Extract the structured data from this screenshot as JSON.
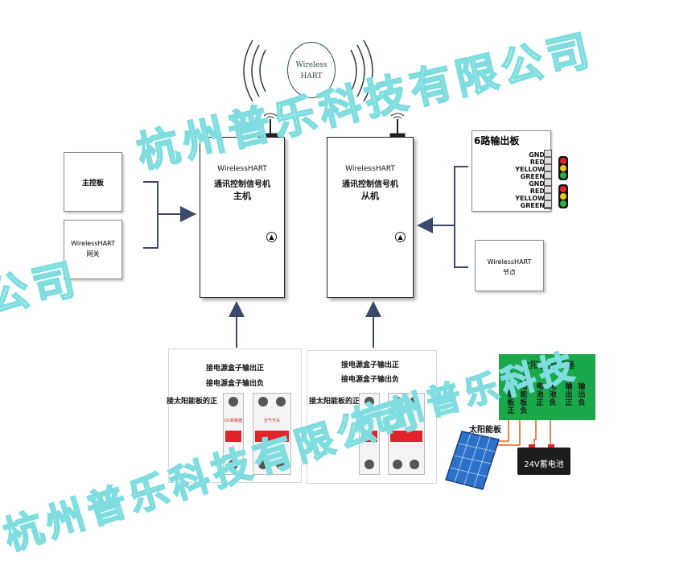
{
  "wireless_badge": {
    "line1": "Wireless",
    "line2": "HART"
  },
  "left": {
    "main_board": "主控板",
    "gateway_line1": "WirelessHART",
    "gateway_line2": "网关"
  },
  "master_cabinet": {
    "line1": "WirelessHART",
    "line2": "通讯控制信号机",
    "line3": "主机"
  },
  "slave_cabinet": {
    "line1": "WirelessHART",
    "line2": "通讯控制信号机",
    "line3": "从机"
  },
  "output_board": {
    "title": "6路输出板",
    "terminals": [
      "GND",
      "RED",
      "YELLOW",
      "GREEN",
      "GND",
      "RED",
      "YELLOW",
      "GREEN"
    ]
  },
  "node_box": {
    "line1": "WirelessHART",
    "line2": "节点"
  },
  "breaker_panel_1": {
    "label_pos": "接电源盒子输出正",
    "label_neg": "接电源盒子输出负",
    "label_solar": "接太阳能板的正",
    "tag_left": "DC断路器",
    "tag_right": "空气开关"
  },
  "breaker_panel_2": {
    "label_pos": "接电源盒子输出正",
    "label_neg": "接电源盒子输出负",
    "label_solar": "接太阳能板的正"
  },
  "solar_controller": {
    "title": "太阳能控制器",
    "columns": [
      [
        "太",
        "阳",
        "能",
        "板",
        "正"
      ],
      [
        "太",
        "阳",
        "能",
        "板",
        "负"
      ],
      [
        "电",
        "池",
        "正"
      ],
      [
        "电",
        "池",
        "负"
      ],
      [
        "输",
        "出",
        "正"
      ],
      [
        "输",
        "出",
        "负"
      ]
    ],
    "solar_panel_label": "太阳能板",
    "battery_label": "24V蓄电池"
  },
  "watermarks": [
    "杭州普乐科技有限公司",
    "杭州普乐科技有限公司",
    "公司",
    "杭州普乐科技"
  ],
  "colors": {
    "arrow": "#3b4a6b",
    "green_wire": "#1a9b3a",
    "orange_wire": "#e26a1c",
    "board": "#19a84a",
    "breaker_red": "#e0242a",
    "watermark": "#7fdde0"
  }
}
